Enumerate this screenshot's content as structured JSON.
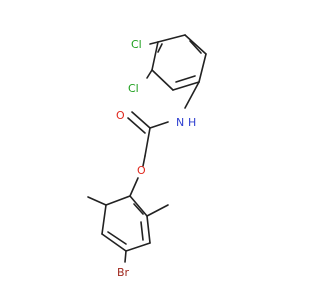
{
  "colors": {
    "bond": "#222222",
    "carbon": "#222222",
    "chlorine": "#1fa01f",
    "nitrogen": "#2f3fd0",
    "oxygen": "#e0281e",
    "bromine": "#a0281e"
  },
  "atoms": {
    "cl_top": "Cl",
    "cl_lower": "Cl",
    "nitrogen": "N",
    "hydrogen": "H",
    "oxygen_carbonyl": "O",
    "oxygen_ether": "O",
    "bromine": "Br"
  }
}
